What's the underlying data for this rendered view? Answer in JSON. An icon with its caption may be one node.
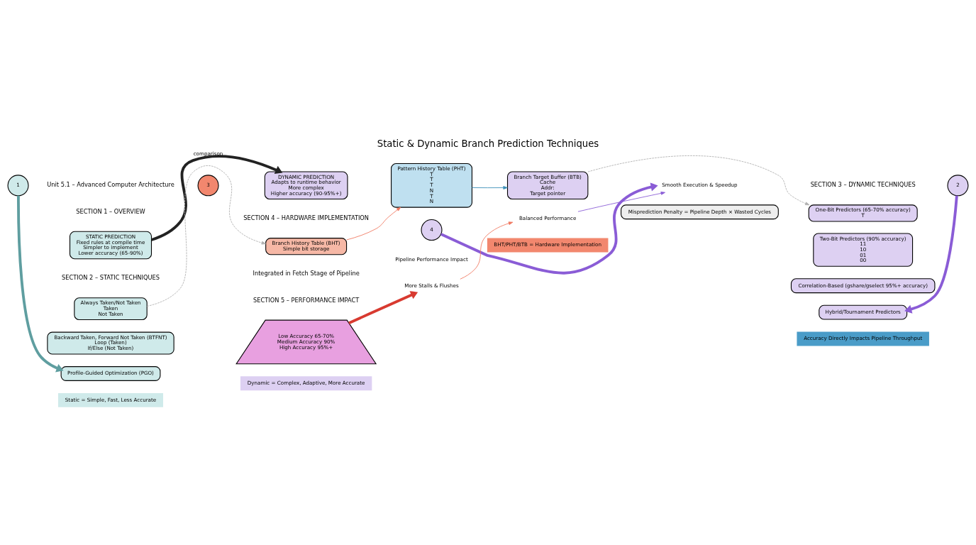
{
  "diagram": {
    "title": "Static & Dynamic Branch Prediction Techniques",
    "nodes": [
      {
        "text": [
          "STATIC PREDICTION",
          "Fixed rules at compile time",
          "Simpler to implement",
          "Lower accuracy (65-90%)"
        ]
      },
      {
        "text": [
          "DYNAMIC PREDICTION",
          "Adapts to runtime behavior",
          "More complex",
          "Higher accuracy (90-95%+)"
        ]
      },
      {
        "text": [
          "1"
        ]
      },
      {
        "text": [
          "Always Taken/Not Taken",
          "Taken",
          "Not Taken"
        ]
      },
      {
        "text": [
          "Backward Taken, Forward Not Taken (BTFNT)",
          "Loop (Taken)",
          "If/Else (Not Taken)"
        ]
      },
      {
        "text": [
          "Profile-Guided Optimization (PGO)"
        ]
      },
      {
        "text": [
          "3"
        ]
      },
      {
        "text": [
          "Branch History Table (BHT)",
          "Simple bit storage"
        ]
      },
      {
        "text": [
          "Pattern History Table (PHT)",
          "T",
          "T",
          "T",
          "N",
          "T",
          "N"
        ]
      },
      {
        "text": [
          "Branch Target Buffer (BTB)",
          "Cache",
          "Addr:",
          "Target pointer"
        ]
      },
      {
        "text": [
          "2"
        ]
      },
      {
        "text": [
          "One-Bit Predictors (65-70% accuracy)",
          "T"
        ]
      },
      {
        "text": [
          "Two-Bit Predictors (90% accuracy)",
          "11",
          "10",
          "01",
          "00"
        ]
      },
      {
        "text": [
          "Correlation-Based (gshare/gselect 95%+ accuracy)"
        ]
      },
      {
        "text": [
          "Hybrid/Tournament Predictors"
        ]
      },
      {
        "text": [
          "Low Accuracy 65-70%",
          "Medium Accuracy 90%",
          "High Accuracy 95%+"
        ]
      },
      {
        "text": [
          "4"
        ]
      },
      {
        "text": [
          "Pipeline Performance Impact"
        ]
      },
      {
        "text": [
          "More Stalls & Flushes"
        ]
      },
      {
        "text": [
          "Balanced Performance"
        ]
      },
      {
        "text": [
          "Smooth Execution & Speedup"
        ]
      },
      {
        "text": [
          "Misprediction Penalty = Pipeline Depth × Wasted Cycles"
        ]
      }
    ],
    "edges": [
      {
        "from": 0,
        "to": 1,
        "arrow": "to",
        "label": "comparison",
        "style": "thick",
        "color": "#222222"
      },
      {
        "from": 2,
        "to": 5,
        "arrow": "to",
        "style": "thick",
        "color": "#5f9ea0"
      },
      {
        "from": 3,
        "to": 7,
        "arrow": "to",
        "style": "dashed",
        "color": "#b0b0b0"
      },
      {
        "from": 7,
        "to": 8,
        "arrow": "to",
        "color": "#f07860"
      },
      {
        "from": 8,
        "to": 9,
        "arrow": "to",
        "color": "#3c8fb8"
      },
      {
        "from": 9,
        "to": 11,
        "arrow": "to",
        "style": "dashed",
        "color": "#b0b0b0"
      },
      {
        "from": 10,
        "to": 14,
        "arrow": "to",
        "style": "thick",
        "color": "#8a5cd6"
      },
      {
        "from": 15,
        "to": 18,
        "arrow": "to",
        "style": "thick",
        "color": "#d83a30"
      },
      {
        "from": 18,
        "to": 19,
        "arrow": "to",
        "color": "#f07860"
      },
      {
        "from": 19,
        "to": 20,
        "arrow": "to",
        "color": "#8a5cd6"
      },
      {
        "from": 16,
        "to": 20,
        "arrow": "to",
        "style": "thick",
        "color": "#8a5cd6"
      }
    ],
    "labels": [
      "Unit 5.1 – Advanced Computer Architecture",
      "SECTION 1 – OVERVIEW",
      "SECTION 3 – DYNAMIC TECHNIQUES",
      "SECTION 2 – STATIC TECHNIQUES",
      "SECTION 4 – HARDWARE IMPLEMENTATION",
      "Integrated in Fetch Stage of Pipeline",
      "SECTION 5 – PERFORMANCE IMPACT"
    ],
    "legend": [
      {
        "text": "Static = Simple, Fast, Less Accurate",
        "color": "#cfeaea"
      },
      {
        "text": "Dynamic = Complex, Adaptive, More Accurate",
        "color": "#ddd0f2"
      },
      {
        "text": "BHT/PHT/BTB = Hardware Implementation",
        "color": "#f2876e"
      },
      {
        "text": "Accuracy Directly Impacts Pipeline Throughput",
        "color": "#4a9cc8"
      }
    ]
  }
}
